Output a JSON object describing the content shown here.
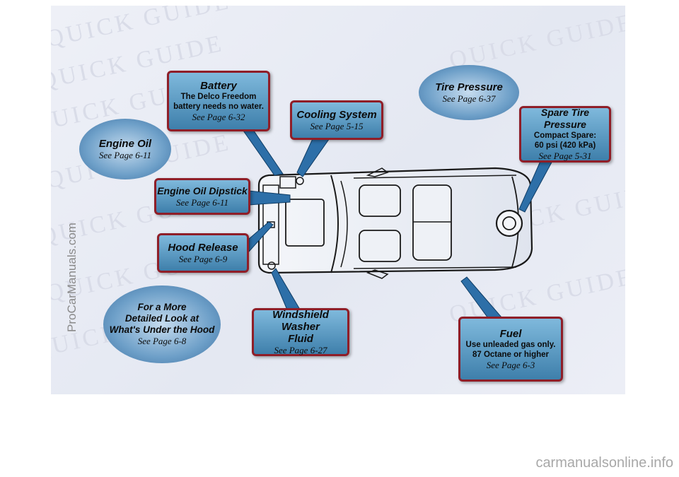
{
  "watermark": "QUICK GUIDE",
  "credits": {
    "side": "ProCarManuals.com",
    "bottom": "carmanualsonline.info"
  },
  "callouts": {
    "battery": {
      "title": "Battery",
      "body": [
        "The Delco Freedom",
        "battery needs no water."
      ],
      "ref": "See Page 6-32"
    },
    "cooling_system": {
      "title": "Cooling System",
      "ref": "See Page 5-15"
    },
    "tire_pressure": {
      "title": "Tire Pressure",
      "ref": "See Page 6-37"
    },
    "spare_tire": {
      "title": "Spare Tire Pressure",
      "body": [
        "Compact Spare:",
        "60 psi (420 kPa)"
      ],
      "ref": "See Page 5-31"
    },
    "engine_oil": {
      "title": "Engine Oil",
      "ref": "See Page 6-11"
    },
    "oil_dipstick": {
      "title": "Engine Oil Dipstick",
      "ref": "See Page 6-11"
    },
    "hood_release": {
      "title": "Hood Release",
      "ref": "See Page 6-9"
    },
    "under_hood": {
      "title": [
        "For a More",
        "Detailed Look at",
        "What's Under the Hood"
      ],
      "ref": "See Page 6-8"
    },
    "washer_fluid": {
      "title": [
        "Windshield Washer",
        "Fluid"
      ],
      "ref": "See Page 6-27"
    },
    "fuel": {
      "title": "Fuel",
      "body": [
        "Use unleaded gas only.",
        "87 Octane or higher"
      ],
      "ref": "See Page 6-3"
    }
  },
  "colors": {
    "callout_border": "#8f1e28",
    "callout_fill": "#5d9cc7",
    "arrow": "#2d6fa8",
    "body_line": "#1a1a1a"
  }
}
